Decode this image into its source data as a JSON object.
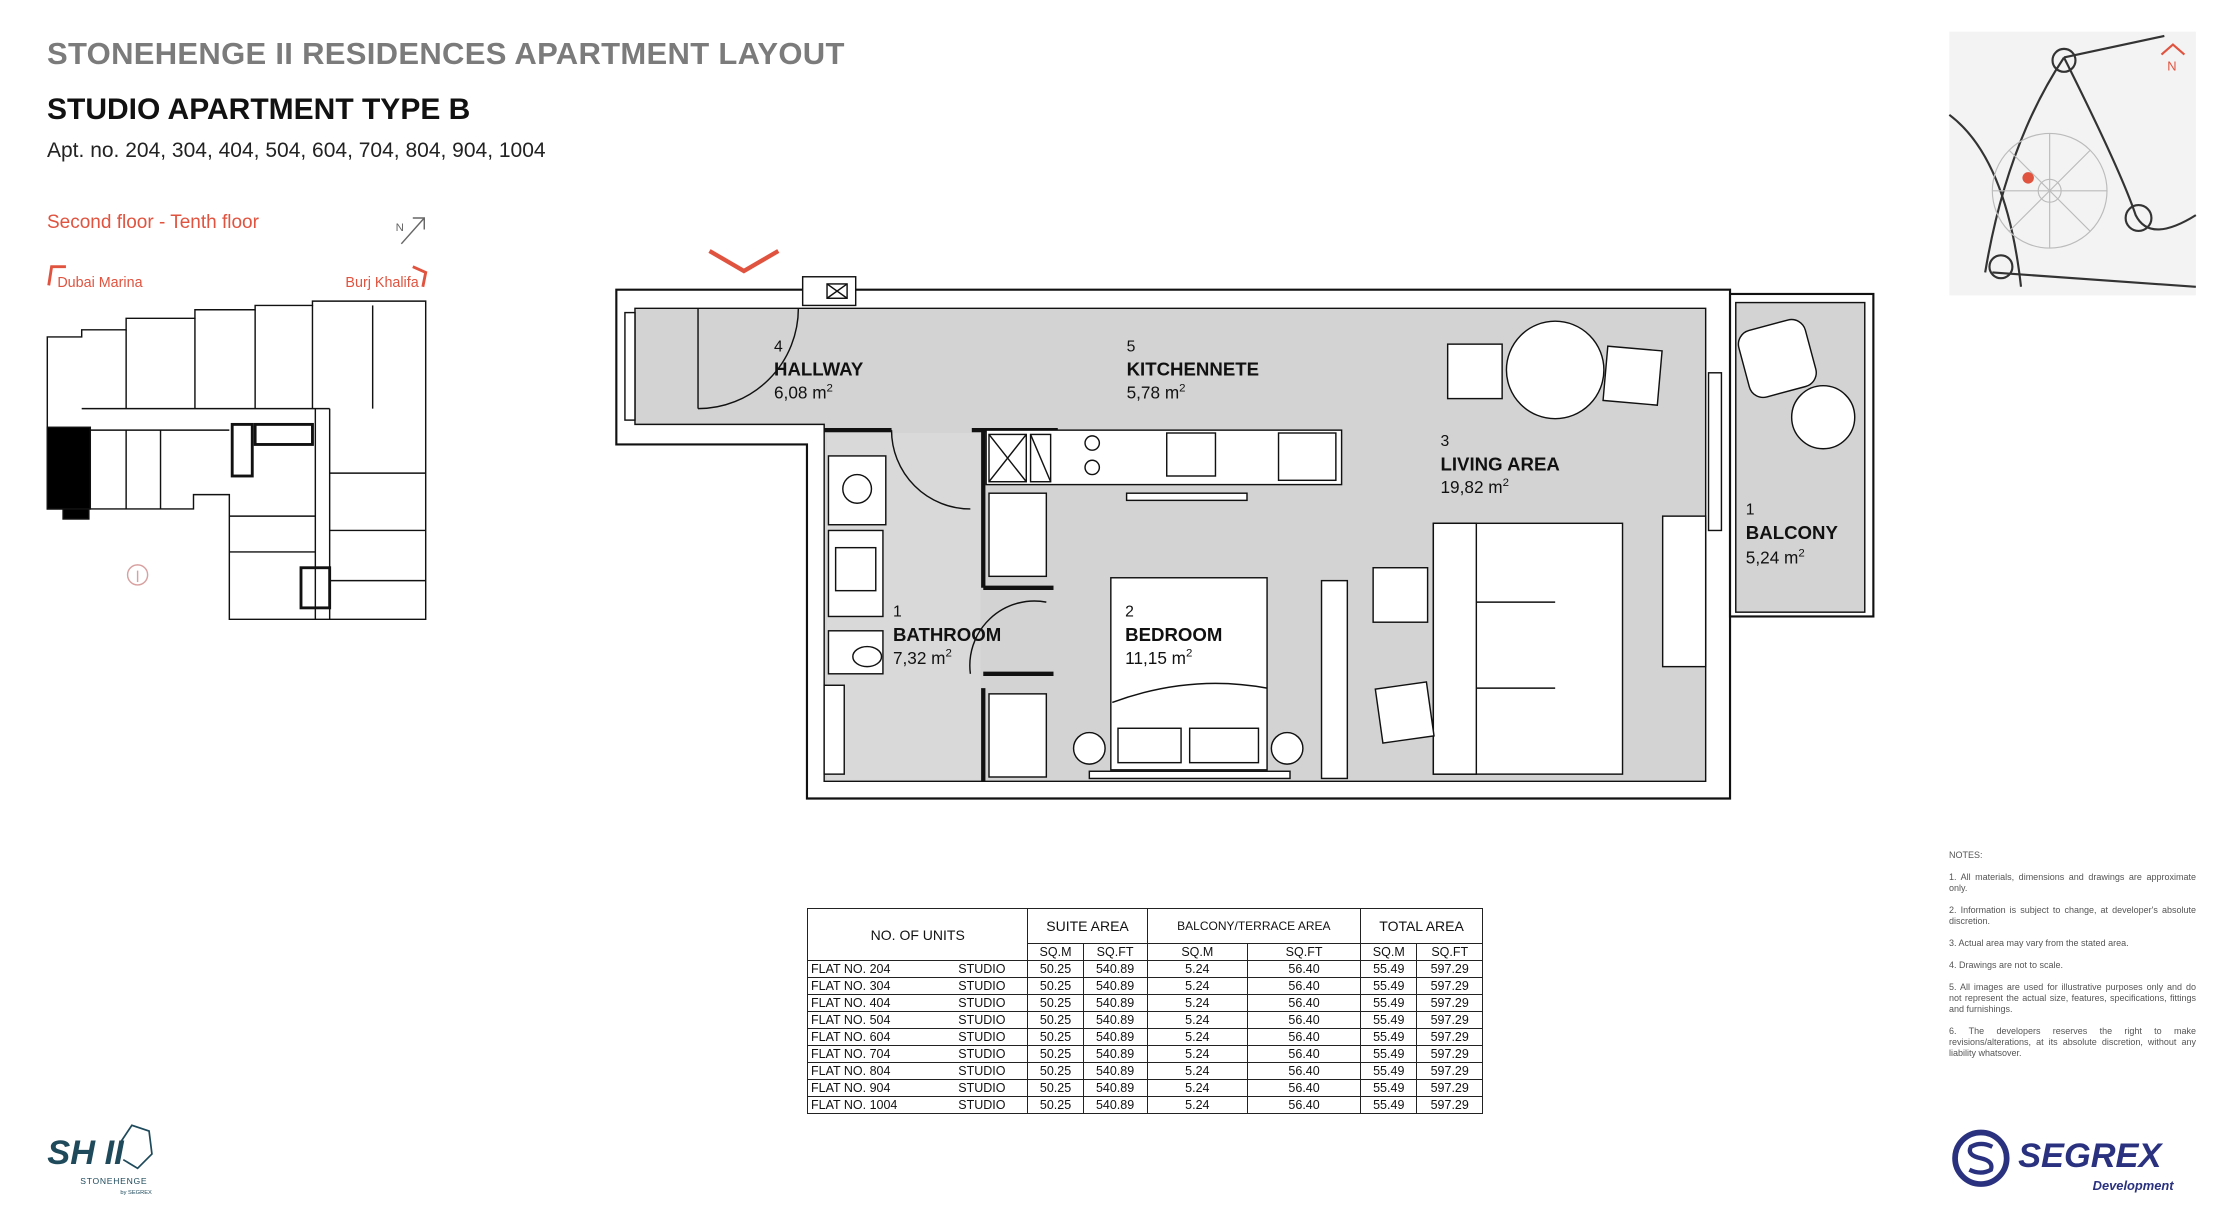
{
  "header": {
    "title": "STONEHENGE II RESIDENCES APARTMENT LAYOUT",
    "subtitle": "STUDIO APARTMENT TYPE B",
    "apartment_numbers": "Apt. no. 204, 304, 404, 504, 604, 704, 804, 904, 1004"
  },
  "key_plan": {
    "floor_range": "Second floor - Tenth floor",
    "north": "N",
    "view_left": "Dubai Marina",
    "view_right": "Burj Khalifa"
  },
  "rooms": [
    {
      "num": "4",
      "name": "HALLWAY",
      "area": "6,08 m",
      "sup": "2"
    },
    {
      "num": "5",
      "name": "KITCHENNETE",
      "area": "5,78 m",
      "sup": "2"
    },
    {
      "num": "3",
      "name": "LIVING AREA",
      "area": "19,82 m",
      "sup": "2"
    },
    {
      "num": "1",
      "name": "BALCONY",
      "area": "5,24 m",
      "sup": "2"
    },
    {
      "num": "1",
      "name": "BATHROOM",
      "area": "7,32 m",
      "sup": "2"
    },
    {
      "num": "2",
      "name": "BEDROOM",
      "area": "11,15 m",
      "sup": "2"
    }
  ],
  "map": {
    "north": "N"
  },
  "table": {
    "headers": {
      "units": "NO. OF UNITS",
      "suite": "SUITE AREA",
      "balcony": "BALCONY/TERRACE AREA",
      "total": "TOTAL AREA",
      "sqm": "SQ.M",
      "sqft": "SQ.FT"
    },
    "rows": [
      {
        "flat": "FLAT NO. 204",
        "type": "STUDIO",
        "suite_sqm": "50.25",
        "suite_sqft": "540.89",
        "bal_sqm": "5.24",
        "bal_sqft": "56.40",
        "tot_sqm": "55.49",
        "tot_sqft": "597.29"
      },
      {
        "flat": "FLAT NO. 304",
        "type": "STUDIO",
        "suite_sqm": "50.25",
        "suite_sqft": "540.89",
        "bal_sqm": "5.24",
        "bal_sqft": "56.40",
        "tot_sqm": "55.49",
        "tot_sqft": "597.29"
      },
      {
        "flat": "FLAT NO. 404",
        "type": "STUDIO",
        "suite_sqm": "50.25",
        "suite_sqft": "540.89",
        "bal_sqm": "5.24",
        "bal_sqft": "56.40",
        "tot_sqm": "55.49",
        "tot_sqft": "597.29"
      },
      {
        "flat": "FLAT NO. 504",
        "type": "STUDIO",
        "suite_sqm": "50.25",
        "suite_sqft": "540.89",
        "bal_sqm": "5.24",
        "bal_sqft": "56.40",
        "tot_sqm": "55.49",
        "tot_sqft": "597.29"
      },
      {
        "flat": "FLAT NO. 604",
        "type": "STUDIO",
        "suite_sqm": "50.25",
        "suite_sqft": "540.89",
        "bal_sqm": "5.24",
        "bal_sqft": "56.40",
        "tot_sqm": "55.49",
        "tot_sqft": "597.29"
      },
      {
        "flat": "FLAT NO. 704",
        "type": "STUDIO",
        "suite_sqm": "50.25",
        "suite_sqft": "540.89",
        "bal_sqm": "5.24",
        "bal_sqft": "56.40",
        "tot_sqm": "55.49",
        "tot_sqft": "597.29"
      },
      {
        "flat": "FLAT NO. 804",
        "type": "STUDIO",
        "suite_sqm": "50.25",
        "suite_sqft": "540.89",
        "bal_sqm": "5.24",
        "bal_sqft": "56.40",
        "tot_sqm": "55.49",
        "tot_sqft": "597.29"
      },
      {
        "flat": "FLAT NO. 904",
        "type": "STUDIO",
        "suite_sqm": "50.25",
        "suite_sqft": "540.89",
        "bal_sqm": "5.24",
        "bal_sqft": "56.40",
        "tot_sqm": "55.49",
        "tot_sqft": "597.29"
      },
      {
        "flat": "FLAT NO. 1004",
        "type": "STUDIO",
        "suite_sqm": "50.25",
        "suite_sqft": "540.89",
        "bal_sqm": "5.24",
        "bal_sqft": "56.40",
        "tot_sqm": "55.49",
        "tot_sqft": "597.29"
      }
    ]
  },
  "notes": {
    "heading": "NOTES:",
    "items": [
      "1. All materials, dimensions and drawings are approximate only.",
      "2. Information is subject to change, at developer's absolute discretion.",
      "3. Actual area may vary from the stated area.",
      "4. Drawings are not to scale.",
      "5. All images are used for illustrative purposes only and do not represent the actual size, features, specifications, fittings and furnishings.",
      "6. The developers reserves the right to make revisions/alterations, at its absolute discretion, without any liability whatsover."
    ]
  },
  "logos": {
    "project_mark": "SH II",
    "project_name": "STONEHENGE",
    "project_by": "by SEGREX",
    "developer": "SEGREX",
    "developer_sub": "Development"
  },
  "colors": {
    "accent": "#e0533f",
    "floor": "#d3d3d3",
    "brand_teal": "#1e4a5c",
    "brand_navy": "#2a3280"
  }
}
